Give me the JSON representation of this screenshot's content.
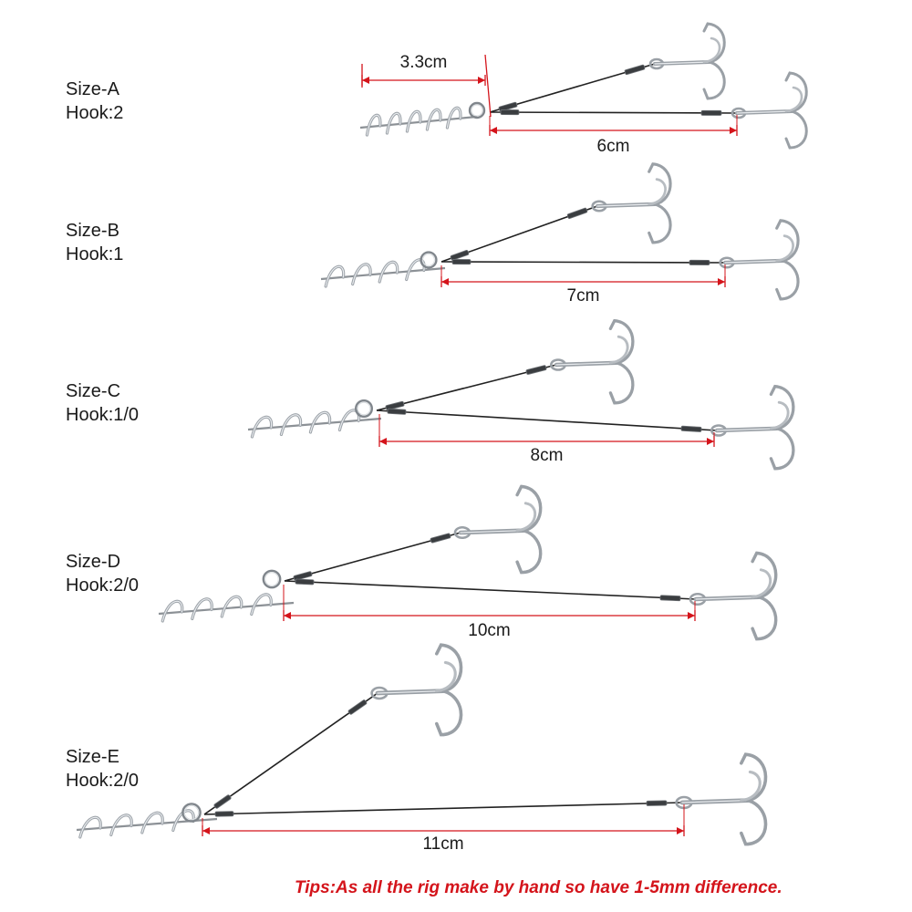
{
  "rigs": [
    {
      "size": "Size-A",
      "hook": "Hook:2",
      "measure": "6cm",
      "extra_measure": "3.3cm"
    },
    {
      "size": "Size-B",
      "hook": "Hook:1",
      "measure": "7cm"
    },
    {
      "size": "Size-C",
      "hook": "Hook:1/0",
      "measure": "8cm"
    },
    {
      "size": "Size-D",
      "hook": "Hook:2/0",
      "measure": "10cm"
    },
    {
      "size": "Size-E",
      "hook": "Hook:2/0",
      "measure": "11cm"
    }
  ],
  "tips": "Tips:As all the rig make by hand so have 1-5mm difference.",
  "colors": {
    "measure": "#d4141b",
    "wire": "#222222",
    "hook": "#9aa0a6"
  }
}
